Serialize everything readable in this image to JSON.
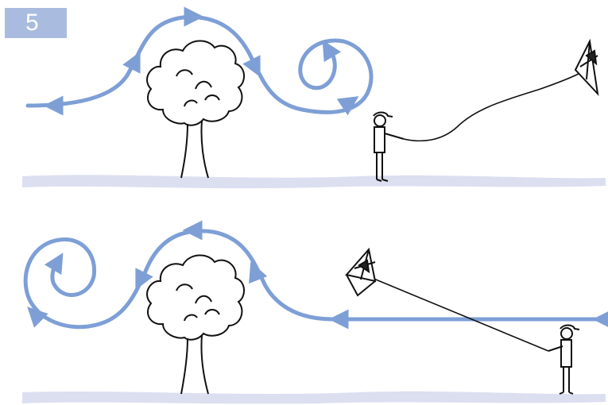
{
  "step_badge": {
    "label": "5"
  },
  "colors": {
    "wind": "#7e9fd6",
    "ink": "#111111",
    "ground": "#dcdff0",
    "badge": "#a9bce0"
  },
  "panels": [
    {
      "id": "top",
      "description_icons": [
        "tree-icon",
        "boy-icon",
        "kite-icon",
        "wind-arrow-icon"
      ]
    },
    {
      "id": "bottom",
      "description_icons": [
        "tree-icon",
        "boy-icon",
        "kite-icon",
        "wind-arrow-icon"
      ]
    }
  ]
}
